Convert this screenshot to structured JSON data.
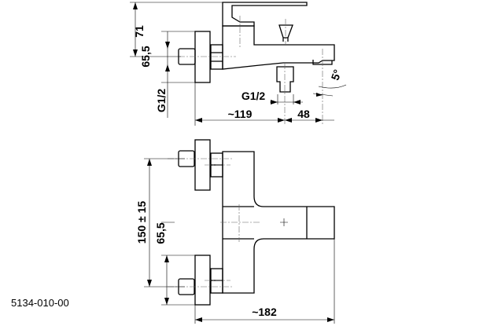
{
  "drawing": {
    "code": "5134-010-00",
    "side_view": {
      "dim_height_top": "71",
      "dim_inlet_offset": "65,5",
      "dim_thread_left": "G1/2",
      "dim_thread_outlet": "G1/2",
      "dim_spout_to_outlet": "~119",
      "dim_outlet_to_aerator": "48",
      "dim_angle": "5°"
    },
    "front_view": {
      "dim_inlet_spacing": "150 ± 15",
      "dim_inlet_offset": "65,5",
      "dim_total_length": "~182"
    }
  }
}
